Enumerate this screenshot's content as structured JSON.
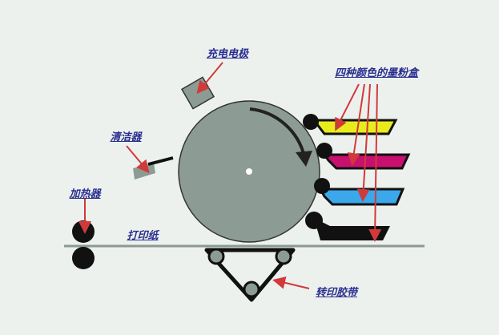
{
  "labels": {
    "charger": "充电电极",
    "toner_cartridges": "四种颜色的墨粉盒",
    "cleaner": "清洁器",
    "heater": "加热器",
    "paper": "打印纸",
    "transfer_belt": "转印胶带"
  },
  "colors": {
    "drum": "#8c9c94",
    "arrow": "#d03a3a",
    "label": "#2a2f8f",
    "yellow_toner": "#e8ec1c",
    "magenta_toner": "#c8106e",
    "cyan_toner": "#3aa8ea",
    "black_toner": "#111111"
  }
}
